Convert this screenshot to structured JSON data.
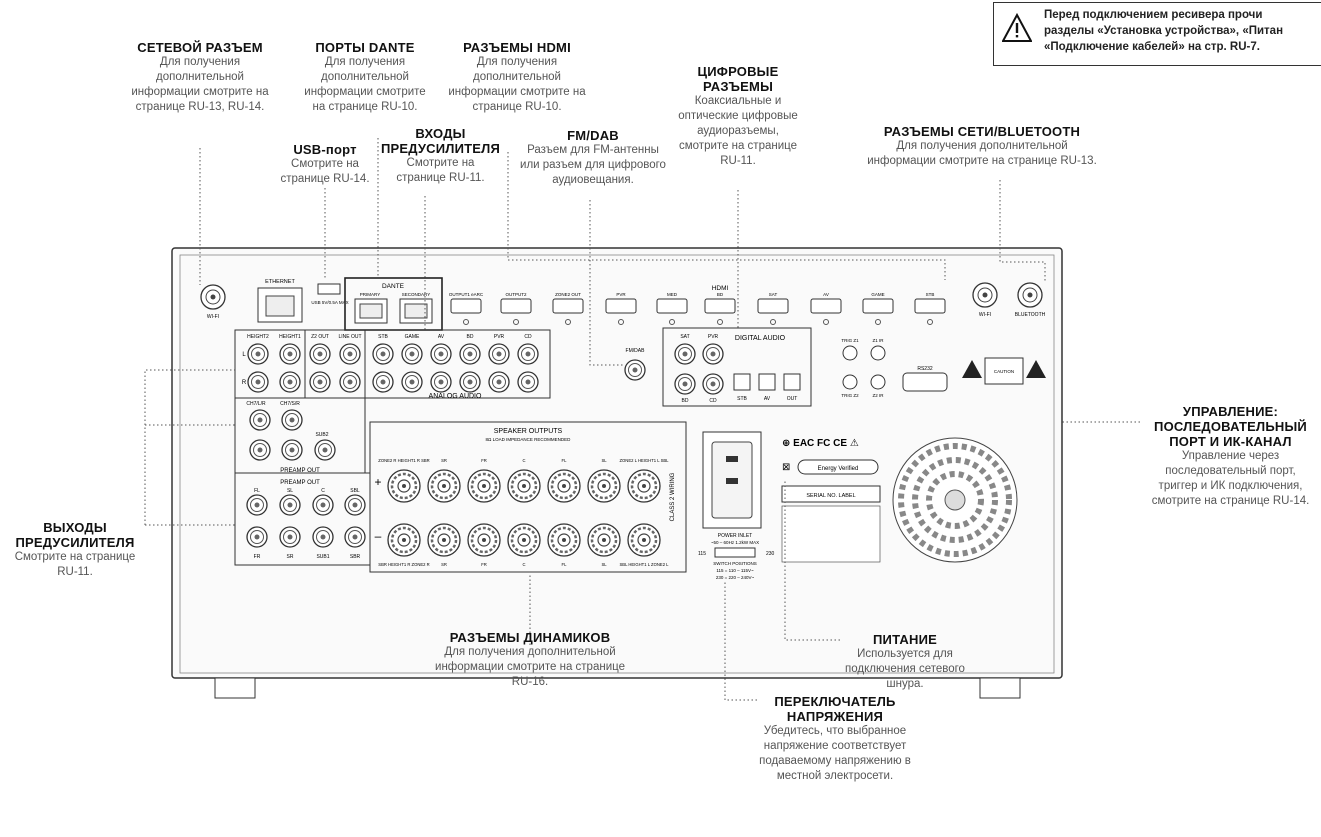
{
  "warning": {
    "lines": [
      "Перед подключением ресивера прочи",
      "разделы «Установка устройства», «Питан",
      "«Подключение кабелей» на стр. RU-7."
    ]
  },
  "callouts": {
    "network": {
      "title": "СЕТЕВОЙ РАЗЪЕМ",
      "desc": [
        "Для получения",
        "дополнительной",
        "информации смотрите на",
        "странице RU-13, RU-14."
      ]
    },
    "dante": {
      "title": "ПОРТЫ DANTE",
      "desc": [
        "Для получения",
        "дополнительной",
        "информации смотрите",
        "на странице RU-10."
      ]
    },
    "hdmi": {
      "title": "РАЗЪЕМЫ HDMI",
      "desc": [
        "Для получения",
        "дополнительной",
        "информации смотрите на",
        "странице RU-10."
      ]
    },
    "digital": {
      "title1": "ЦИФРОВЫЕ",
      "title2": "РАЗЪЕМЫ",
      "desc": [
        "Коаксиальные и",
        "оптические цифровые",
        "аудиоразъемы,",
        "смотрите на странице",
        "RU-11."
      ]
    },
    "usb": {
      "title": "USB-порт",
      "desc": [
        "Смотрите на",
        "странице RU-14."
      ]
    },
    "preamp_in": {
      "title1": "ВХОДЫ",
      "title2": "ПРЕДУСИЛИТЕЛЯ",
      "desc": [
        "Смотрите на",
        "странице RU-11."
      ]
    },
    "fmdab": {
      "title": "FM/DAB",
      "desc": [
        "Разъем для FM-антенны",
        "или разъем для цифрового",
        "аудиовещания."
      ]
    },
    "wifi_bt": {
      "title": "РАЗЪЕМЫ СЕТИ/BLUETOOTH",
      "desc": [
        "Для получения дополнительной",
        "информации смотрите на странице RU-13."
      ]
    },
    "control": {
      "title1": "УПРАВЛЕНИЕ:",
      "title2": "ПОСЛЕДОВАТЕЛЬНЫЙ",
      "title3": "ПОРТ И ИК-КАНАЛ",
      "desc": [
        "Управление через",
        "последовательный порт,",
        "триггер и ИК подключения,",
        "смотрите на странице RU-14."
      ]
    },
    "preamp_out": {
      "title1": "ВЫХОДЫ",
      "title2": "ПРЕДУСИЛИТЕЛЯ",
      "desc": [
        "Смотрите на странице",
        "RU-11."
      ]
    },
    "speakers": {
      "title": "РАЗЪЕМЫ ДИНАМИКОВ",
      "desc": [
        "Для получения дополнительной",
        "информации смотрите на странице",
        "RU-16."
      ]
    },
    "power": {
      "title": "ПИТАНИЕ",
      "desc": [
        "Используется для",
        "подключения сетевого",
        "шнура."
      ]
    },
    "voltage": {
      "title1": "ПЕРЕКЛЮЧАТЕЛЬ",
      "title2": "НАПРЯЖЕНИЯ",
      "desc": [
        "Убедитесь, что выбранное",
        "напряжение соответствует",
        "подаваемому напряжению в",
        "местной электросети."
      ]
    }
  },
  "panel": {
    "ethernet": "ETHERNET",
    "usb": "USB 5V/0.5A MAX",
    "dante": "DANTE",
    "dante_primary": "PRIMARY",
    "dante_secondary": "SECONDARY",
    "wifi_left": "WI-FI",
    "hdmi": "HDMI",
    "hdmi_ports": [
      "OUTPUT1 eARC",
      "OUTPUT2",
      "ZONE2 OUT",
      "PVR",
      "MED",
      "BD",
      "SAT",
      "AV",
      "GAME",
      "STB"
    ],
    "wifi": "WI-FI",
    "bluetooth": "BLUETOOTH",
    "heights": [
      "HEIGHT2",
      "HEIGHT1"
    ],
    "z2_out": "Z2 OUT",
    "line_out": "LINE OUT",
    "analog_inputs": [
      "STB",
      "GAME",
      "AV",
      "BD",
      "PVR",
      "CD"
    ],
    "analog_audio": "ANALOG AUDIO",
    "fm_dab": "FM/DAB",
    "digital_audio": "DIGITAL AUDIO",
    "coax": [
      "SAT",
      "PVR",
      "BD",
      "CD"
    ],
    "optical": [
      "STB",
      "AV",
      "OUT"
    ],
    "trig": [
      "TRIG Z1",
      "TRIG Z2"
    ],
    "ir": [
      "Z1 IR",
      "Z2 IR"
    ],
    "rs232": "RS232",
    "caution": "CAUTION",
    "side_l": "L",
    "side_r": "R",
    "ch7": [
      "CH7/L/R",
      "CH7/S/R"
    ],
    "sub2": "SUB2",
    "preamp_out": "PREAMP OUT",
    "preamp_top": [
      "FL",
      "SL",
      "C",
      "SBL"
    ],
    "preamp_bottom": [
      "FR",
      "SR",
      "SUB1",
      "SBR"
    ],
    "speaker_outputs": "SPEAKER OUTPUTS",
    "speaker_sub": "8Ω LOAD IMPEDANCE RECOMMENDED",
    "spk_top": [
      "ZONE2 R HEIGHT1 R SBR",
      "SR",
      "FR",
      "C",
      "FL",
      "SL",
      "ZONE2 L HEIGHT1 L SBL"
    ],
    "spk_bottom": [
      "SBR HEIGHT1 R ZONE2 R",
      "SR",
      "FR",
      "C",
      "FL",
      "SL",
      "SBL HEIGHT1 L ZONE2 L"
    ],
    "class2": "CLASS 2 WIRING",
    "plus": "+",
    "minus": "–",
    "power_inlet": "POWER INLET",
    "power_spec": "~50 – 60Hz 1.2kW MAX",
    "sw_115": "115",
    "sw_230": "230",
    "switch_positions": "SWITCH POSITIONS",
    "switch_values1": "115 = 110 – 115V~",
    "switch_values2": "230 = 220 – 240V~",
    "serial_label": "SERIAL NO. LABEL",
    "energy": "Energy Verified"
  }
}
